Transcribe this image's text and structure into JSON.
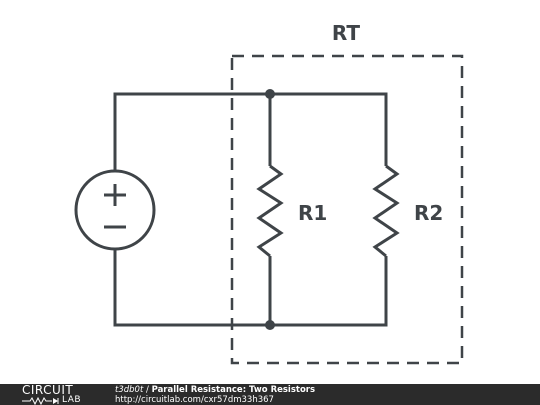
{
  "diagram": {
    "box_label": "RT",
    "resistor1_label": "R1",
    "resistor2_label": "R2",
    "source_plus": "+",
    "source_minus": "−"
  },
  "footer": {
    "logo_top": "CIRCUIT",
    "logo_bottom": "LAB",
    "username": "t3db0t",
    "separator": "/",
    "title": "Parallel Resistance: Two Resistors",
    "url": "http://circuitlab.com/cxr57dm33h367"
  },
  "colors": {
    "wire": "#3f4448",
    "footer_bg": "#2b2b2b"
  }
}
